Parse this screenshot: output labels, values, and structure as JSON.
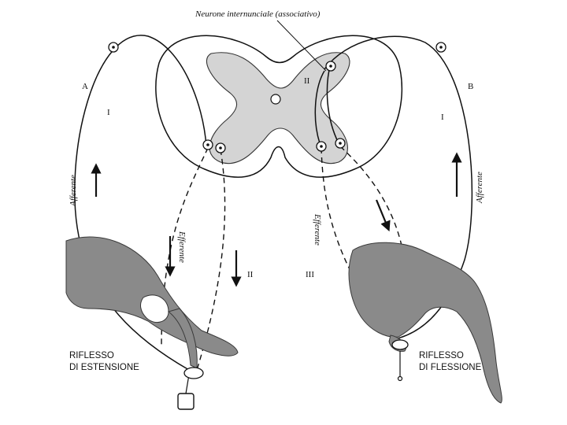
{
  "labels": {
    "interneuron": "Neurone internunciale (associativo)",
    "side_a": "A",
    "side_b": "B",
    "roman_i_left": "I",
    "roman_i_right": "I",
    "roman_ii_center": "II",
    "roman_ii_left": "II",
    "roman_iii_right": "III",
    "afferente_left": "Afferente",
    "afferente_right": "Afferente",
    "efferente_left": "Efferente",
    "efferente_right": "Efferente",
    "caption_left_1": "RIFLESSO",
    "caption_left_2": "DI ESTENSIONE",
    "caption_right_1": "RIFLESSO",
    "caption_right_2": "DI FLESSIONE"
  },
  "colors": {
    "ink": "#111111",
    "grey_matter": "#d4d4d4",
    "tissue": "#8a8a8a",
    "background": "#ffffff"
  },
  "icons": {
    "neuron": "circled-dot",
    "arrow": "filled-arrow",
    "weight": "hanging-weight"
  }
}
